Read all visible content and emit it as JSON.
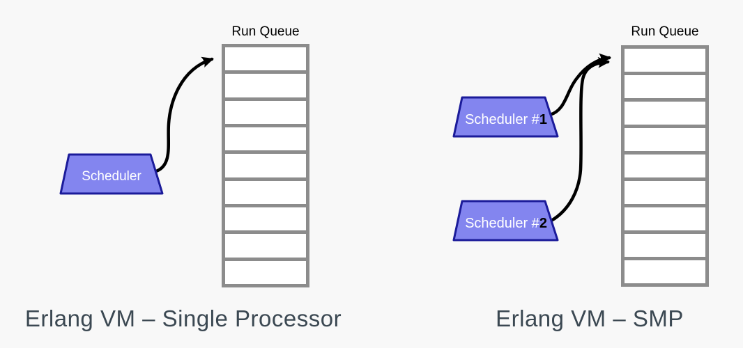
{
  "colors": {
    "background": "#f8f8f8",
    "scheduler_fill": "#8385ef",
    "scheduler_border": "#1b1b9a",
    "queue_border": "#8c8c8c",
    "queue_cell_fill": "#ffffff",
    "arrow": "#000000",
    "caption_text": "#3b4852",
    "label_text": "#000000",
    "scheduler_text": "#ffffff",
    "scheduler_digit": "#000000"
  },
  "panels": [
    {
      "caption": "Erlang VM – Single Processor",
      "run_queue": {
        "label": "Run Queue",
        "cell_count": 9
      },
      "schedulers": [
        {
          "text": "Scheduler",
          "digit": ""
        }
      ]
    },
    {
      "caption": "Erlang VM – SMP",
      "run_queue": {
        "label": "Run Queue",
        "cell_count": 9
      },
      "schedulers": [
        {
          "text": "Scheduler #",
          "digit": "1"
        },
        {
          "text": "Scheduler #",
          "digit": "2"
        }
      ]
    }
  ]
}
